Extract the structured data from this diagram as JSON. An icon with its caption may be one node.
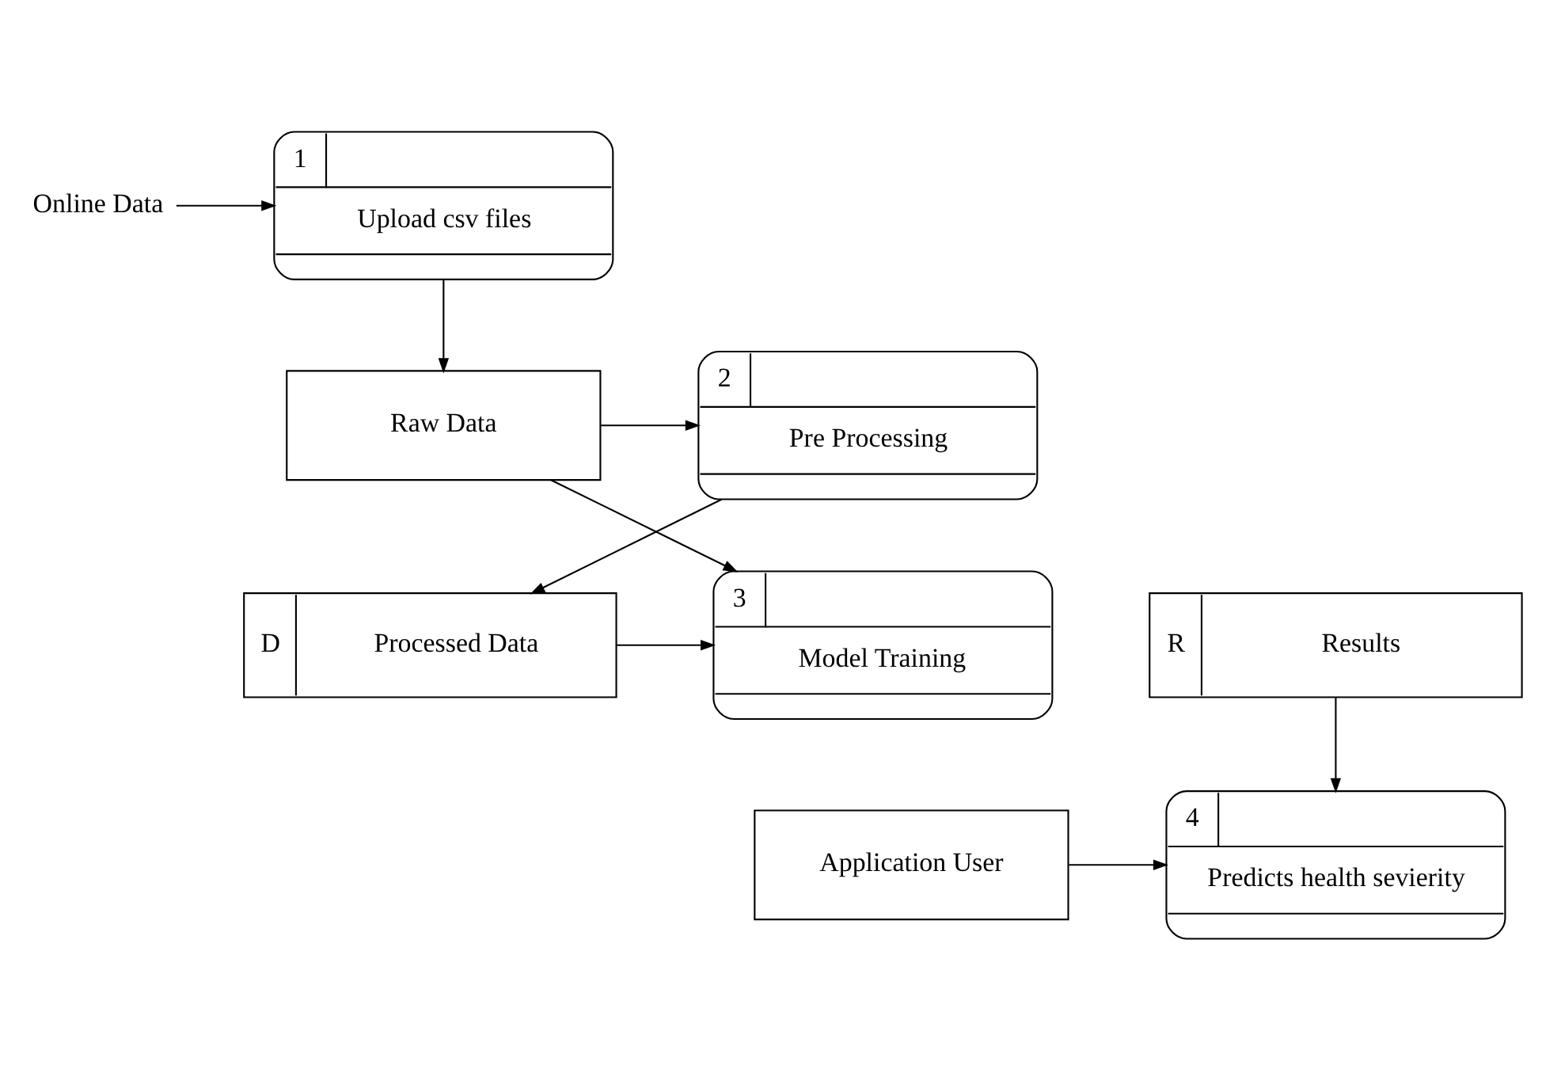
{
  "diagram": {
    "nodes": [
      {
        "text": [
          "Online Data"
        ]
      },
      {
        "text": [
          "1",
          "Upload csv files"
        ]
      },
      {
        "text": [
          "Raw Data"
        ]
      },
      {
        "text": [
          "2",
          "Pre Processing"
        ]
      },
      {
        "text": [
          "D",
          "Processed Data"
        ]
      },
      {
        "text": [
          "3",
          "Model Training"
        ]
      },
      {
        "text": [
          "R",
          "Results"
        ]
      },
      {
        "text": [
          "4",
          "Predicts health sevierity"
        ]
      },
      {
        "text": [
          "Application User"
        ]
      }
    ],
    "edges": [
      {
        "from": 0,
        "to": 1,
        "arrow": "to"
      },
      {
        "from": 1,
        "to": 2,
        "arrow": "to"
      },
      {
        "from": 2,
        "to": 3,
        "arrow": "to"
      },
      {
        "from": 3,
        "to": 4,
        "arrow": "to"
      },
      {
        "from": 2,
        "to": 5,
        "arrow": "to"
      },
      {
        "from": 4,
        "to": 5,
        "arrow": "to"
      },
      {
        "from": 6,
        "to": 7,
        "arrow": "to"
      },
      {
        "from": 8,
        "to": 7,
        "arrow": "to"
      }
    ]
  }
}
